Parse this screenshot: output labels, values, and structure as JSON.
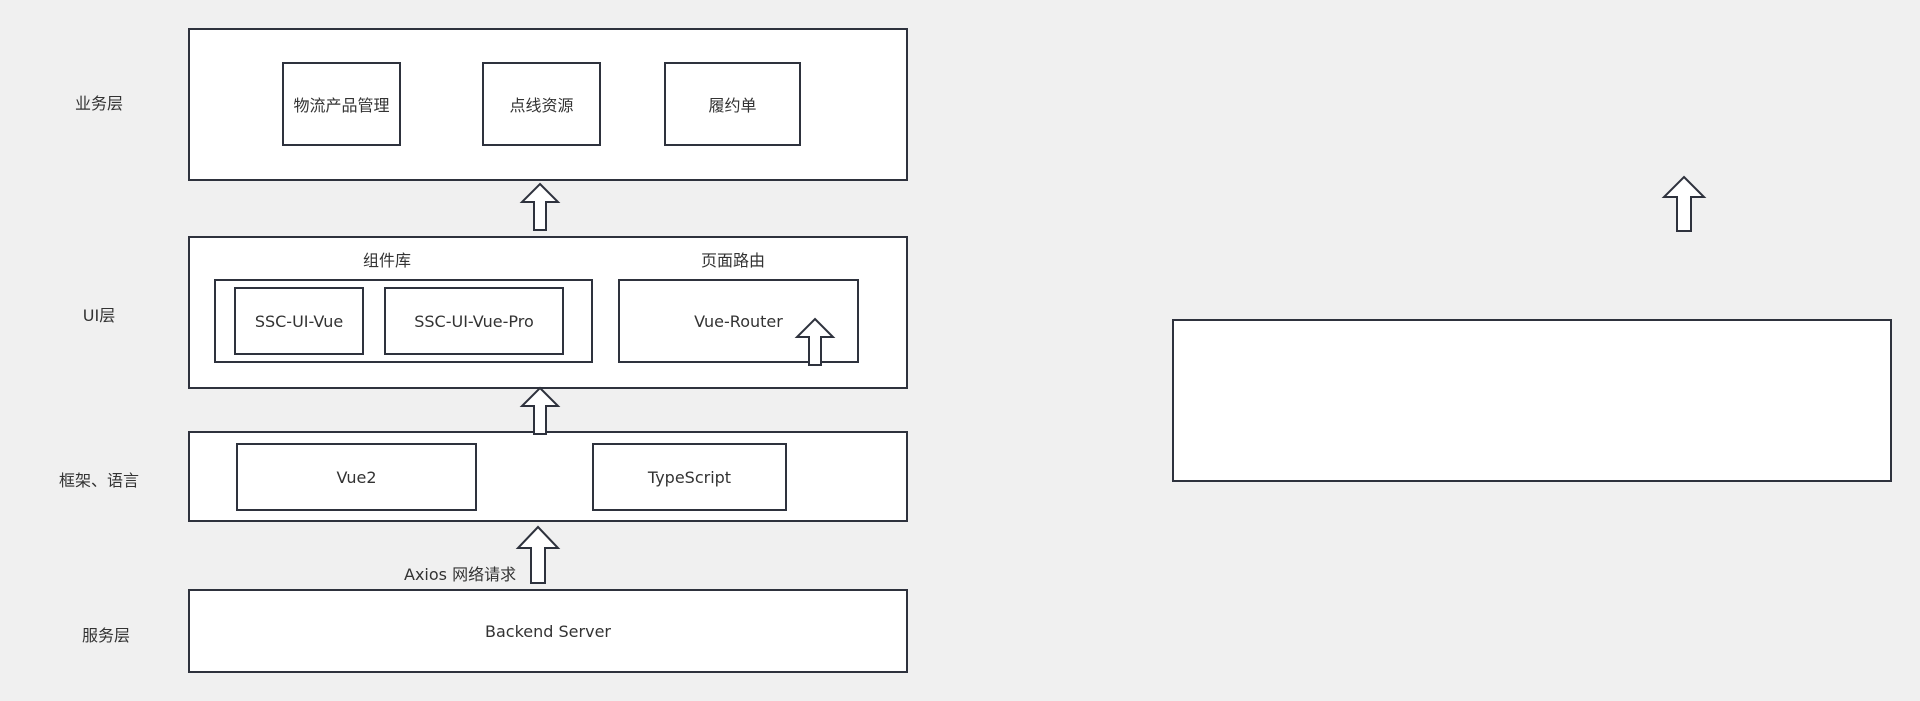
{
  "layers": {
    "business": "业务层",
    "ui": "UI层",
    "framework": "框架、语言",
    "service": "服务层"
  },
  "business_layer": {
    "items": [
      "物流产品管理",
      "点线资源",
      "履约单"
    ]
  },
  "ui_layer": {
    "component_library_title": "组件库",
    "page_routing_title": "页面路由",
    "components": [
      "SSC-UI-Vue",
      "SSC-UI-Vue-Pro"
    ],
    "router": "Vue-Router"
  },
  "framework_layer": {
    "items": [
      "Vue2",
      "TypeScript"
    ]
  },
  "service_layer": {
    "axios_label": "Axios 网络请求",
    "backend": "Backend Server"
  },
  "colors": {
    "background": "#f0f0f0",
    "box_fill": "#ffffff",
    "stroke": "#2e323d",
    "text": "#333333"
  },
  "icons": [
    "up-arrow-icon"
  ]
}
